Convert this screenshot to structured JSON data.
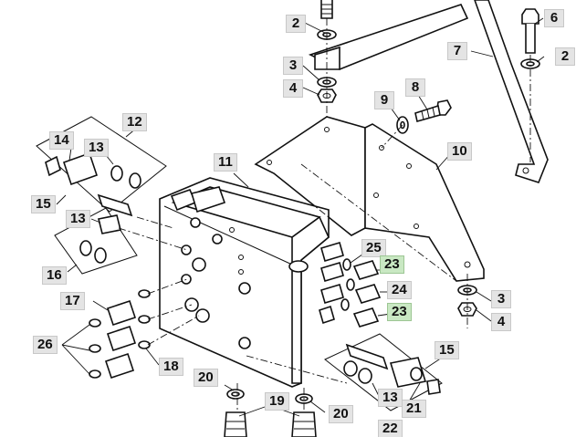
{
  "callouts": {
    "c2a": "2",
    "c2b": "2",
    "c3a": "3",
    "c3b": "3",
    "c4a": "4",
    "c4b": "4",
    "c6": "6",
    "c7": "7",
    "c8": "8",
    "c9": "9",
    "c10": "10",
    "c11": "11",
    "c12": "12",
    "c13a": "13",
    "c13b": "13",
    "c13c": "13",
    "c14": "14",
    "c15a": "15",
    "c15b": "15",
    "c16": "16",
    "c17": "17",
    "c18": "18",
    "c19": "19",
    "c20a": "20",
    "c20b": "20",
    "c21": "21",
    "c22": "22",
    "c23a": "23",
    "c23b": "23",
    "c24": "24",
    "c25": "25",
    "c26": "26"
  },
  "colors": {
    "callout_bg": "#e4e4e4",
    "callout_highlight": "#c9e8c3",
    "line": "#111111"
  }
}
